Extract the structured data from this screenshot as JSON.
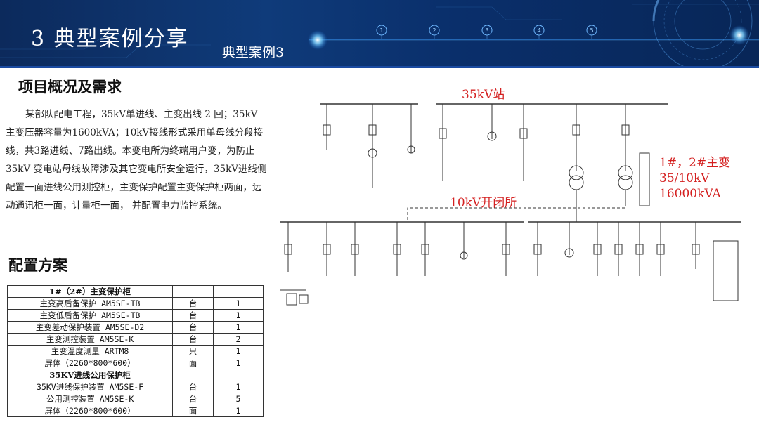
{
  "header": {
    "title": "3 典型案例分享",
    "subtitle": "典型案例3",
    "indicators": [
      "1",
      "2",
      "3",
      "4",
      "5"
    ]
  },
  "overview": {
    "title": "项目概况及需求",
    "text": "某部队配电工程，35kV单进线、主变出线 2 回；35kV 主变压器容量为1600kVA；10kV接线形式采用单母线分段接线，共3路进线、7路出线。本变电所为终端用户变，为防止 35kV 变电站母线故障涉及其它变电所安全运行，35kV进线侧配置一面进线公用测控柜，主变保护配置主变保护柜两面，远动通讯柜一面，计量柜一面， 并配置电力监控系统。"
  },
  "config": {
    "title": "配置方案",
    "sections": [
      {
        "header": "1#（2#）主变保护柜",
        "rows": [
          {
            "name": "主变高后备保护  AM5SE-TB",
            "unit": "台",
            "qty": "1"
          },
          {
            "name": "主变低后备保护  AM5SE-TB",
            "unit": "台",
            "qty": "1"
          },
          {
            "name": "主变差动保护装置  AM5SE-D2",
            "unit": "台",
            "qty": "1"
          },
          {
            "name": "主变测控装置    AM5SE-K",
            "unit": "台",
            "qty": "2"
          },
          {
            "name": "主变温度测量    ARTM8",
            "unit": "只",
            "qty": "1"
          },
          {
            "name": "屏体（2260*800*600）",
            "unit": "面",
            "qty": "1"
          }
        ]
      },
      {
        "header": "35KV进线公用保护柜",
        "rows": [
          {
            "name": "35KV进线保护装置 AM5SE-F",
            "unit": "台",
            "qty": "1"
          },
          {
            "name": "公用测控装置    AM5SE-K",
            "unit": "台",
            "qty": "5"
          },
          {
            "name": "屏体（2260*800*600）",
            "unit": "面",
            "qty": "1"
          }
        ]
      }
    ]
  },
  "diagram": {
    "label_35kv_station": "35kV站",
    "label_transformers_l1": "1#，2#主变",
    "label_transformers_l2": "35/10kV",
    "label_transformers_l3": "16000kVA",
    "label_10kv_switch": "10kV开闭所",
    "colors": {
      "annotation": "#d42020",
      "line": "#333333"
    }
  }
}
